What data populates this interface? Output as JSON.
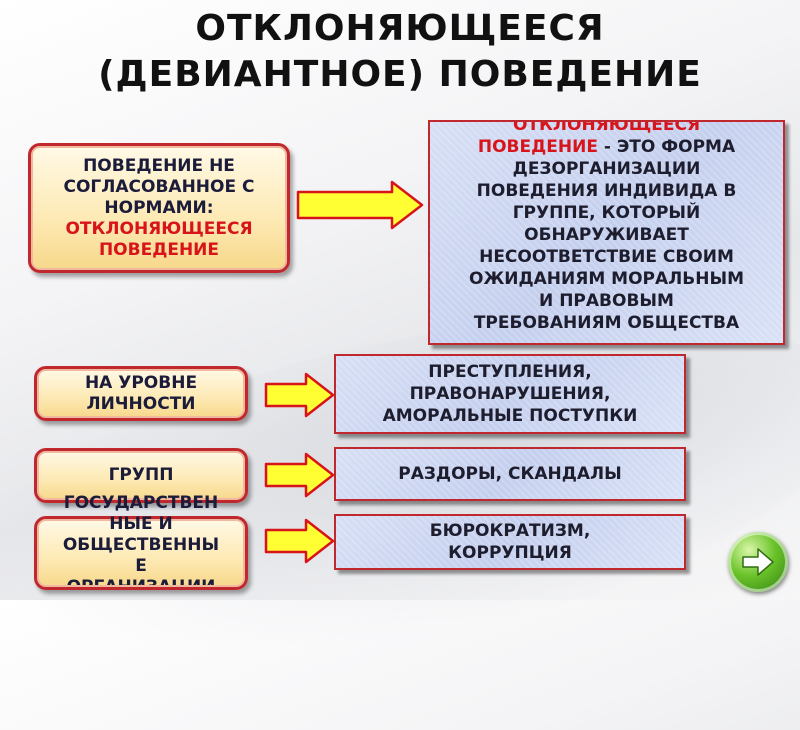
{
  "title": {
    "line1": "ОТКЛОНЯЮЩЕЕСЯ",
    "line2": "(ДЕВИАНТНОЕ) ПОВЕДЕНИЕ"
  },
  "definition_box": {
    "line1": "ПОВЕДЕНИЕ НЕ",
    "line2": "СОГЛАСОВАННОЕ С",
    "line3": "НОРМАМИ:",
    "red1": "ОТКЛОНЯЮЩЕЕСЯ",
    "red2": "ПОВЕДЕНИЕ"
  },
  "definition_text": {
    "red1": "ОТКЛОНЯЮЩЕЕСЯ",
    "red2": "ПОВЕДЕНИЕ",
    "line2_rest": " -  ЭТО ФОРМА",
    "line3": "ДЕЗОРГАНИЗАЦИИ",
    "line4": "ПОВЕДЕНИЯ  ИНДИВИДА В",
    "line5": "ГРУППЕ, КОТОРЫЙ",
    "line6": "ОБНАРУЖИВАЕТ",
    "line7": "НЕСООТВЕТСТВИЕ  СВОИМ",
    "line8": "ОЖИДАНИЯМ МОРАЛЬНЫМ",
    "line9": "И ПРАВОВЫМ",
    "line10": "ТРЕБОВАНИЯМ ОБЩЕСТВА"
  },
  "levels": [
    {
      "label_lines": [
        "НА УРОВНЕ",
        "ЛИЧНОСТИ"
      ],
      "result_lines": [
        "ПРЕСТУПЛЕНИЯ,",
        "ПРАВОНАРУШЕНИЯ,",
        "АМОРАЛЬНЫЕ ПОСТУПКИ"
      ]
    },
    {
      "label_lines": [
        "ГРУПП"
      ],
      "result_lines": [
        "РАЗДОРЫ, СКАНДАЛЫ"
      ]
    },
    {
      "label_lines": [
        "ГОСУДАРСТВЕН",
        "НЫЕ И",
        "ОБЩЕСТВЕННЫ",
        "Е",
        "ОРГАНИЗАЦИИ"
      ],
      "result_lines": [
        "БЮРОКРАТИЗМ,",
        "КОРРУПЦИЯ"
      ]
    }
  ],
  "colors": {
    "red_text": "#d8141b",
    "box_border": "#c0282d",
    "arrow_fill": "#ffff33",
    "arrow_stroke": "#d8141b",
    "next_button": "#6bc32a"
  },
  "icons": {
    "next": "right-arrow-icon"
  }
}
